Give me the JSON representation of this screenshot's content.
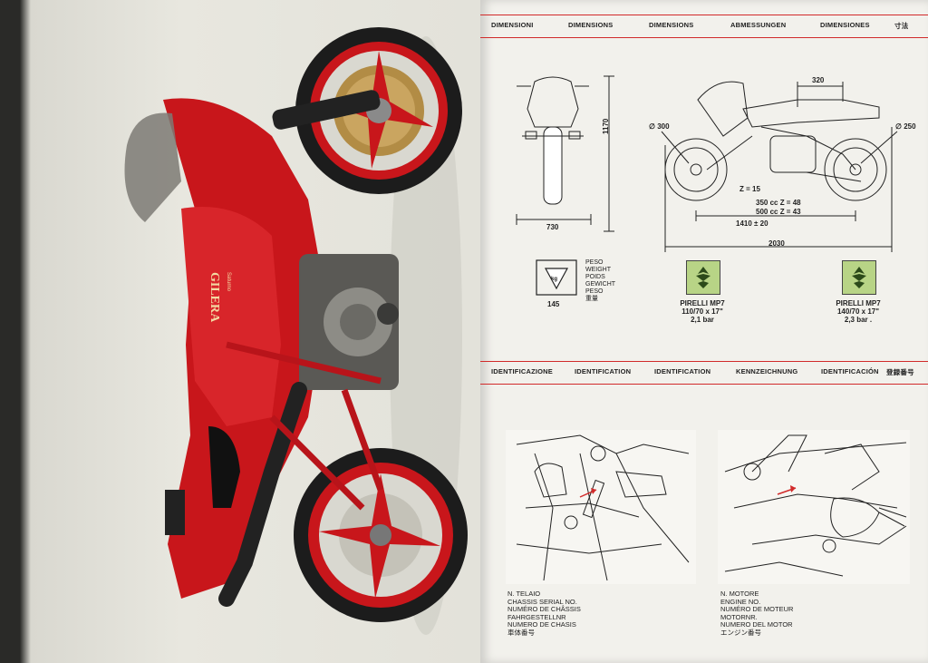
{
  "brand": "GILERA",
  "brand_sub": "Saturno",
  "dimensions_header": [
    "DIMENSIONI",
    "DIMENSIONS",
    "DIMENSIONS",
    "ABMESSUNGEN",
    "DIMENSIONES",
    "寸法"
  ],
  "identification_header": [
    "IDENTIFICAZIONE",
    "IDENTIFICATION",
    "IDENTIFICATION",
    "KENNZEICHNUNG",
    "IDENTIFICACIÓN",
    "登録番号"
  ],
  "dims": {
    "height": "1170",
    "width": "730",
    "seat_dim": "320",
    "front_disc": "∅ 300",
    "rear_disc": "∅ 250",
    "front_z": "Z = 15",
    "z_350": "350 cc  Z = 48",
    "z_500": "500 cc  Z = 43",
    "wheelbase": "1410 ± 20",
    "length": "2030"
  },
  "weight": {
    "labels": [
      "PESO",
      "WEIGHT",
      "POIDS",
      "GEWICHT",
      "PESO",
      "重量"
    ],
    "value": "145",
    "unit": "kg"
  },
  "tyres": [
    {
      "name": "PIRELLI MP7",
      "size": "110/70 x 17\"",
      "pressure": "2,1 bar"
    },
    {
      "name": "PIRELLI MP7",
      "size": "140/70 x 17\"",
      "pressure": "2,3 bar ."
    }
  ],
  "chassis_labels": [
    "N. TELAIO",
    "CHASSIS SERIAL NO.",
    "NUMÉRO DE CHÂSSIS",
    "FAHRGESTELLNR",
    "NUMERO DE CHASIS",
    "車体番号"
  ],
  "engine_labels": [
    "N. MOTORE",
    "ENGINE NO.",
    "NUMÉRO DE MOTEUR",
    "MOTORNR.",
    "NUMERO DEL MOTOR",
    "エンジン番号"
  ]
}
